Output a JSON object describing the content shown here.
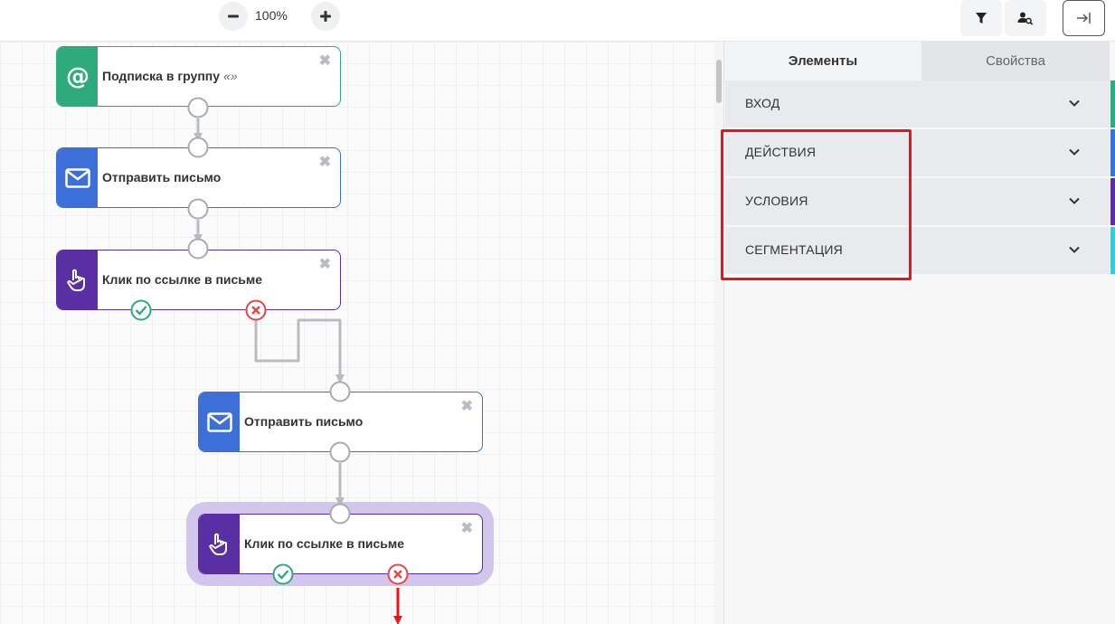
{
  "toolbar": {
    "zoom_level": "100%",
    "zoom_out_icon": "minus-icon",
    "zoom_in_icon": "plus-icon",
    "filter_icon": "filter-icon",
    "user_search_icon": "user-search-icon",
    "collapse_icon": "collapse-panel-icon"
  },
  "nodes": [
    {
      "label": "Подписка в группу",
      "quote": "«»",
      "icon": "at-icon",
      "color": "#2faa7d"
    },
    {
      "label": "Отправить письмо",
      "icon": "envelope-icon",
      "color": "#3d6fd8"
    },
    {
      "label": "Клик по ссылке в письме",
      "icon": "hand-pointer-icon",
      "color": "#5a2fa3"
    },
    {
      "label": "Отправить письмо",
      "icon": "envelope-icon",
      "color": "#3d6fd8"
    },
    {
      "label": "Клик по ссылке в письме",
      "icon": "hand-pointer-icon",
      "color": "#5a2fa3"
    }
  ],
  "close_glyph": "✖",
  "panel": {
    "tabs": [
      "Элементы",
      "Свойства"
    ],
    "sections": [
      {
        "label": "ВХОД",
        "color": "#2faa7d"
      },
      {
        "label": "ДЕЙСТВИЯ",
        "color": "#3d6fd8"
      },
      {
        "label": "УСЛОВИЯ",
        "color": "#5a2fa3"
      },
      {
        "label": "СЕГМЕНТАЦИЯ",
        "color": "#3fc8d8"
      }
    ]
  },
  "colors": {
    "yes_branch": "#2faa7d",
    "no_branch": "#e04848",
    "highlight_box": "#e8141a",
    "selected_node_glow": "#d3c6ec"
  }
}
